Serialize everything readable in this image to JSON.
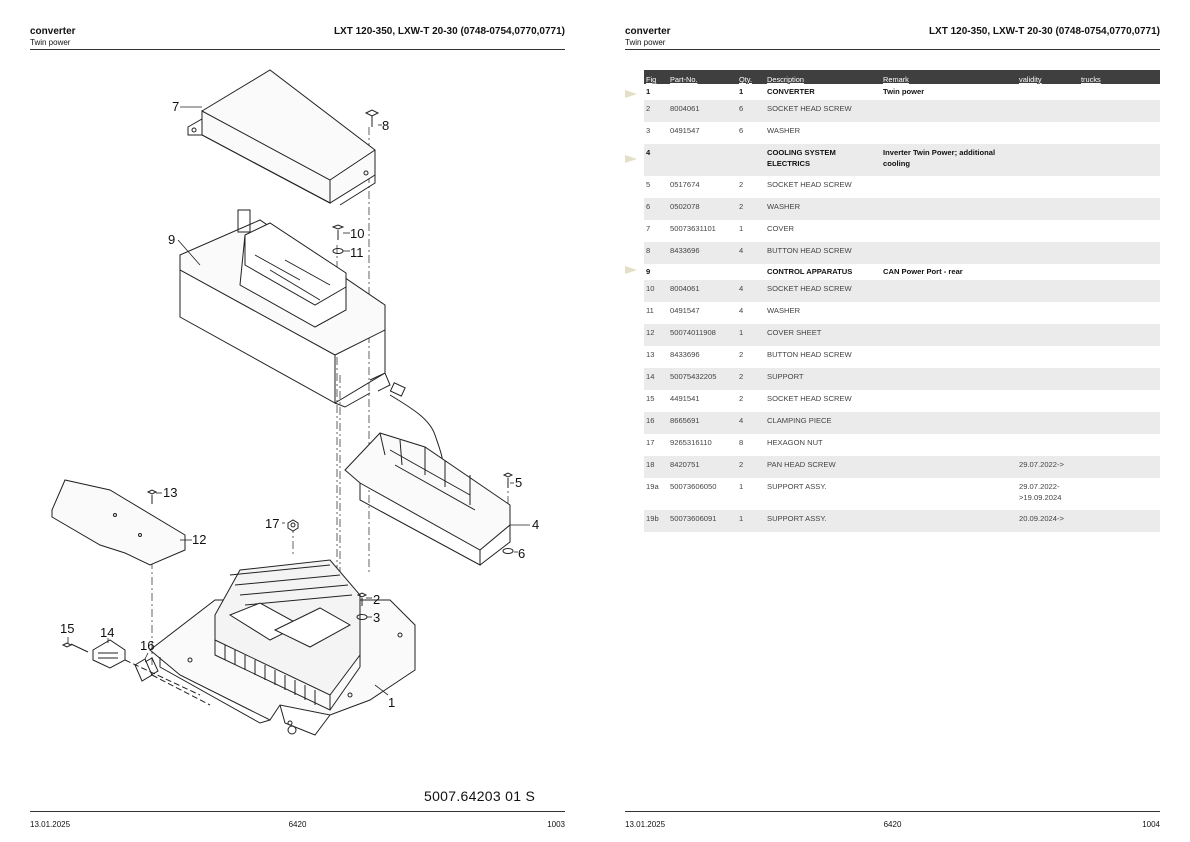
{
  "left": {
    "header": {
      "title": "converter",
      "subtitle": "Twin power",
      "model": "LXT 120-350, LXW-T 20-30 (0748-0754,0770,0771)"
    },
    "drawing_number": "5007.64203  01  S",
    "callouts": [
      "1",
      "2",
      "3",
      "4",
      "5",
      "6",
      "7",
      "8",
      "9",
      "10",
      "11",
      "12",
      "13",
      "14",
      "15",
      "16",
      "17"
    ],
    "footer": {
      "date": "13.01.2025",
      "code": "6420",
      "page": "1003"
    }
  },
  "right": {
    "header": {
      "title": "converter",
      "subtitle": "Twin power",
      "model": "LXT 120-350, LXW-T 20-30 (0748-0754,0770,0771)"
    },
    "table": {
      "columns": [
        "Fig",
        "Part-No.",
        "Qty.",
        "Description",
        "Remark",
        "validity",
        "trucks"
      ],
      "rows": [
        {
          "fig": "1",
          "part": "",
          "qty": "1",
          "desc": "CONVERTER",
          "remark": "Twin power",
          "validity": "",
          "trucks": ""
        },
        {
          "fig": "2",
          "part": "8004061",
          "qty": "6",
          "desc": "SOCKET HEAD SCREW",
          "remark": "",
          "validity": "",
          "trucks": ""
        },
        {
          "fig": "3",
          "part": "0491547",
          "qty": "6",
          "desc": "WASHER",
          "remark": "",
          "validity": "",
          "trucks": ""
        },
        {
          "fig": "4",
          "part": "",
          "qty": "",
          "desc": "COOLING SYSTEM ELECTRICS",
          "remark": "Inverter Twin Power; additional cooling",
          "validity": "",
          "trucks": ""
        },
        {
          "fig": "5",
          "part": "0517674",
          "qty": "2",
          "desc": "SOCKET HEAD SCREW",
          "remark": "",
          "validity": "",
          "trucks": ""
        },
        {
          "fig": "6",
          "part": "0502078",
          "qty": "2",
          "desc": "WASHER",
          "remark": "",
          "validity": "",
          "trucks": ""
        },
        {
          "fig": "7",
          "part": "50073631101",
          "qty": "1",
          "desc": "COVER",
          "remark": "",
          "validity": "",
          "trucks": ""
        },
        {
          "fig": "8",
          "part": "8433696",
          "qty": "4",
          "desc": "BUTTON HEAD SCREW",
          "remark": "",
          "validity": "",
          "trucks": ""
        },
        {
          "fig": "9",
          "part": "",
          "qty": "",
          "desc": "CONTROL APPARATUS",
          "remark": "CAN Power Port - rear",
          "validity": "",
          "trucks": ""
        },
        {
          "fig": "10",
          "part": "8004061",
          "qty": "4",
          "desc": "SOCKET HEAD SCREW",
          "remark": "",
          "validity": "",
          "trucks": ""
        },
        {
          "fig": "11",
          "part": "0491547",
          "qty": "4",
          "desc": "WASHER",
          "remark": "",
          "validity": "",
          "trucks": ""
        },
        {
          "fig": "12",
          "part": "50074011908",
          "qty": "1",
          "desc": "COVER SHEET",
          "remark": "",
          "validity": "",
          "trucks": ""
        },
        {
          "fig": "13",
          "part": "8433696",
          "qty": "2",
          "desc": "BUTTON HEAD SCREW",
          "remark": "",
          "validity": "",
          "trucks": ""
        },
        {
          "fig": "14",
          "part": "50075432205",
          "qty": "2",
          "desc": "SUPPORT",
          "remark": "",
          "validity": "",
          "trucks": ""
        },
        {
          "fig": "15",
          "part": "4491541",
          "qty": "2",
          "desc": "SOCKET HEAD SCREW",
          "remark": "",
          "validity": "",
          "trucks": ""
        },
        {
          "fig": "16",
          "part": "8665691",
          "qty": "4",
          "desc": "CLAMPING PIECE",
          "remark": "",
          "validity": "",
          "trucks": ""
        },
        {
          "fig": "17",
          "part": "9265316110",
          "qty": "8",
          "desc": "HEXAGON NUT",
          "remark": "",
          "validity": "",
          "trucks": ""
        },
        {
          "fig": "18",
          "part": "8420751",
          "qty": "2",
          "desc": "PAN HEAD SCREW",
          "remark": "",
          "validity": "29.07.2022->",
          "trucks": ""
        },
        {
          "fig": "19a",
          "part": "50073606050",
          "qty": "1",
          "desc": "SUPPORT ASSY.",
          "remark": "",
          "validity": "29.07.2022->19.09.2024",
          "trucks": ""
        },
        {
          "fig": "19b",
          "part": "50073606091",
          "qty": "1",
          "desc": "SUPPORT ASSY.",
          "remark": "",
          "validity": "20.09.2024->",
          "trucks": ""
        }
      ]
    },
    "footer": {
      "date": "13.01.2025",
      "code": "6420",
      "page": "1004"
    }
  }
}
